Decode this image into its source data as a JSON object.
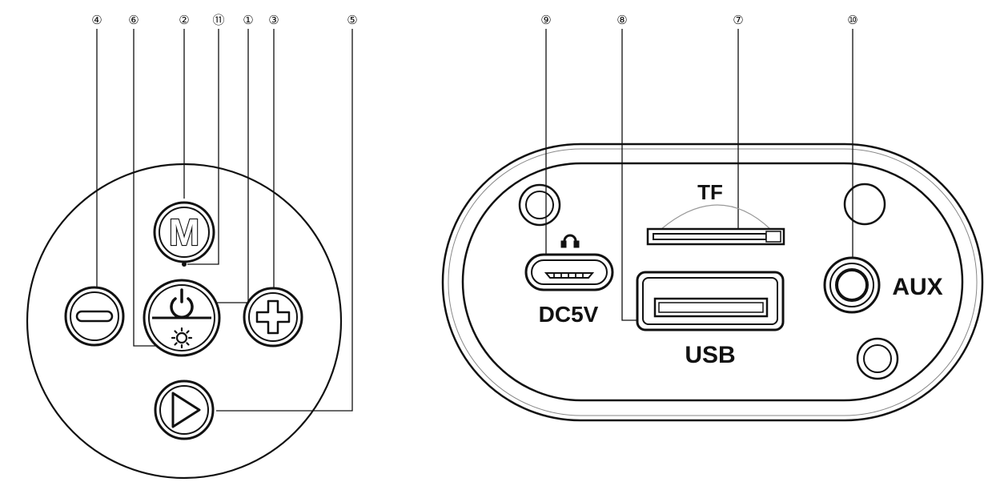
{
  "callouts": {
    "c1": "①",
    "c2": "②",
    "c3": "③",
    "c4": "④",
    "c5": "⑤",
    "c6": "⑥",
    "c7": "⑦",
    "c8": "⑧",
    "c9": "⑨",
    "c10": "⑩",
    "c11": "⑪"
  },
  "buttons": {
    "mode_letter": "M"
  },
  "ports": {
    "tf": "TF",
    "dc": "DC5V",
    "usb": "USB",
    "aux": "AUX"
  },
  "icons": [
    "minus-icon",
    "plus-icon",
    "power-icon",
    "light-icon",
    "play-icon",
    "headphone-icon"
  ]
}
